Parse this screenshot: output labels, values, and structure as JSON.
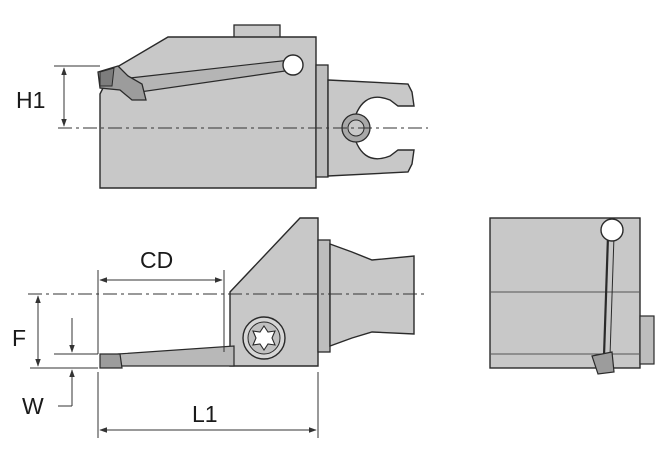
{
  "labels": {
    "h1": "H1",
    "cd": "CD",
    "f": "F",
    "w": "W",
    "l1": "L1"
  },
  "colors": {
    "body": "#c8c8c8",
    "body_dark": "#a6a6a6",
    "outline": "#2a2a2a",
    "dim_line": "#333333",
    "background": "#ffffff"
  },
  "views": [
    "top-view",
    "side-view",
    "end-view"
  ]
}
